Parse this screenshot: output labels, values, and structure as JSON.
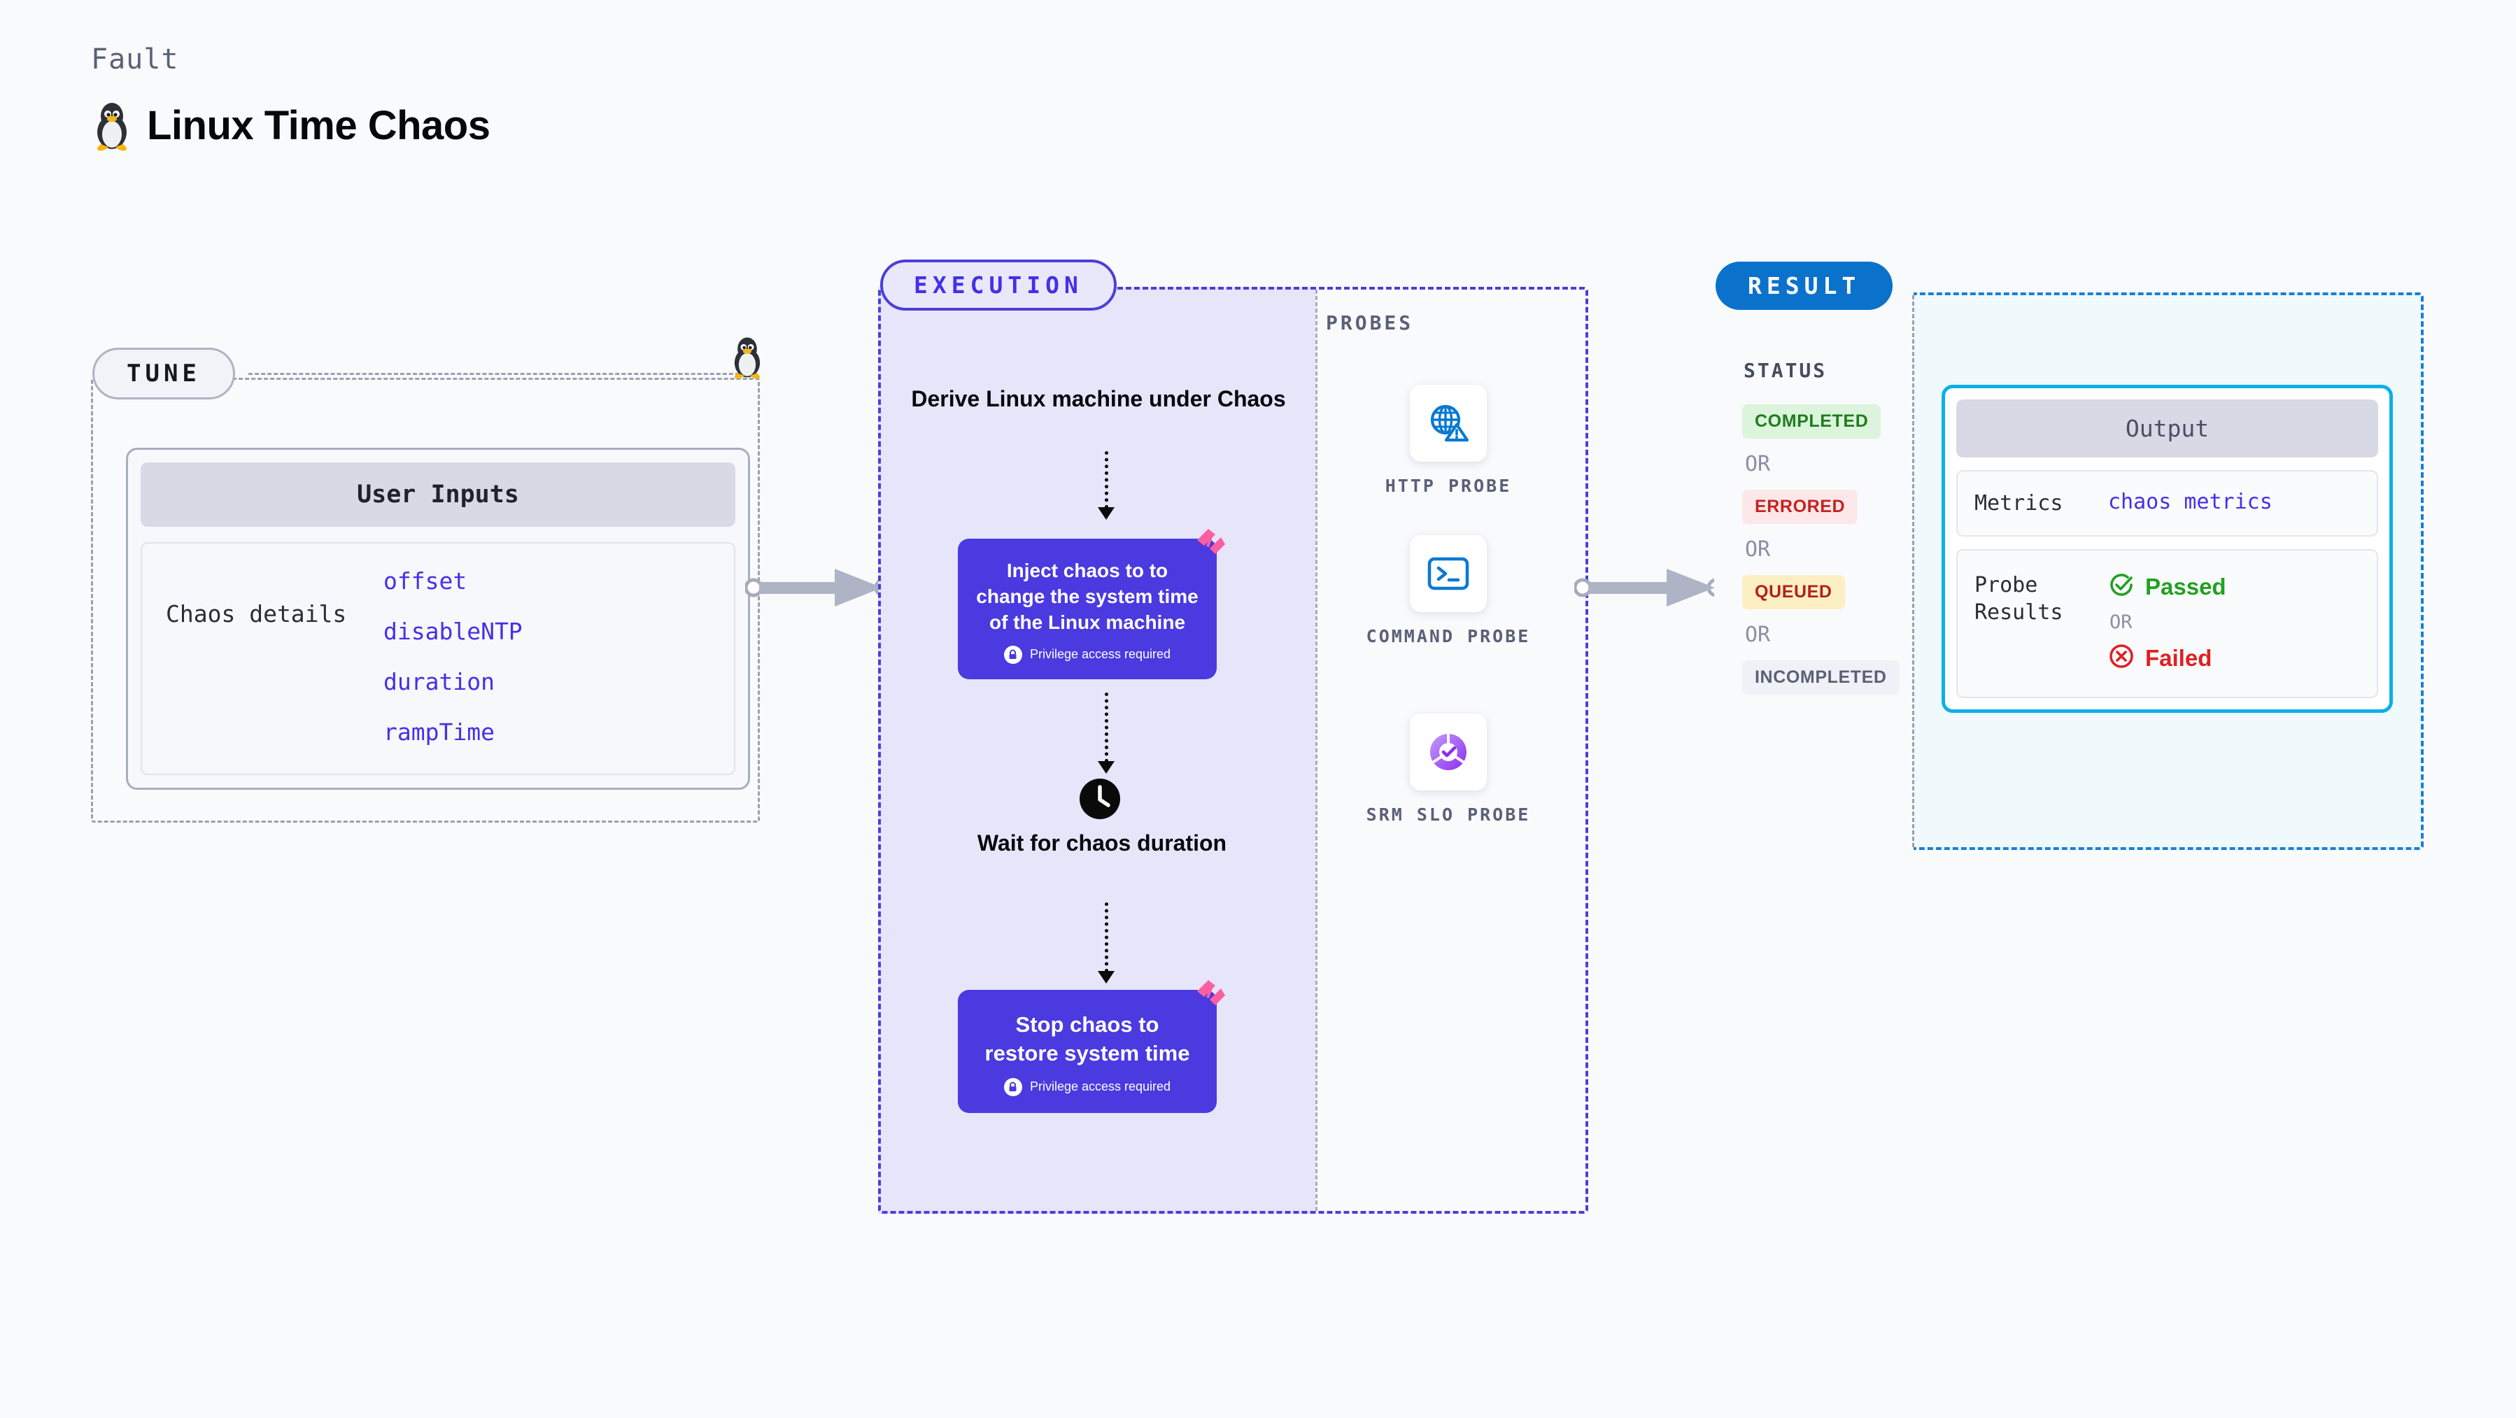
{
  "header": {
    "eyebrow": "Fault",
    "title": "Linux Time Chaos",
    "logo_icon": "tux-penguin-icon"
  },
  "tune": {
    "pill_label": "TUNE",
    "card_title": "User Inputs",
    "row_label": "Chaos details",
    "params": [
      "offset",
      "disableNTP",
      "duration",
      "rampTime"
    ],
    "corner_icon": "tux-penguin-icon"
  },
  "execution": {
    "pill_label": "EXECUTION",
    "step1_title": "Derive Linux machine under Chaos",
    "card1_text": "Inject chaos to to change the system time of the Linux machine",
    "card1_note": "Privilege access required",
    "step2_title": "Wait for chaos duration",
    "step2_icon": "clock-icon",
    "card2_text": "Stop chaos to restore system time",
    "card2_note": "Privilege access required",
    "card_badge_icon": "harness-logo-icon",
    "note_icon": "lock-icon"
  },
  "probes": {
    "label": "PROBES",
    "items": [
      {
        "icon": "globe-warning-icon",
        "label": "HTTP PROBE"
      },
      {
        "icon": "terminal-command-icon",
        "label": "COMMAND PROBE"
      },
      {
        "icon": "srm-slo-donut-check-icon",
        "label": "SRM SLO PROBE"
      }
    ]
  },
  "result": {
    "pill_label": "RESULT",
    "status_label": "STATUS",
    "or_label": "OR",
    "statuses": [
      {
        "label": "COMPLETED",
        "bg": "#DCF3DC",
        "fg": "#1E7D1E"
      },
      {
        "label": "ERRORED",
        "bg": "#FCE8E8",
        "fg": "#C62121"
      },
      {
        "label": "QUEUED",
        "bg": "#FCEFC4",
        "fg": "#B02020"
      },
      {
        "label": "INCOMPLETED",
        "bg": "#EFF1F6",
        "fg": "#5A6077"
      }
    ],
    "output": {
      "title": "Output",
      "metrics_key": "Metrics",
      "metrics_value": "chaos metrics",
      "probe_key": "Probe Results",
      "passed_label": "Passed",
      "failed_label": "Failed",
      "or_label": "OR",
      "passed_icon": "check-circle-icon",
      "failed_icon": "x-circle-icon"
    }
  },
  "connectors": {
    "arrow_icon": "arrow-right-connector"
  },
  "colors": {
    "purple_card": "#4A3AE0",
    "accent_blue": "#4330E8",
    "result_blue": "#0B72CC",
    "output_border": "#0BB0E8",
    "probe_blue": "#0879D4",
    "harness_pink": "#FB5FA0",
    "pass_green": "#21A121",
    "fail_red": "#E02020"
  }
}
